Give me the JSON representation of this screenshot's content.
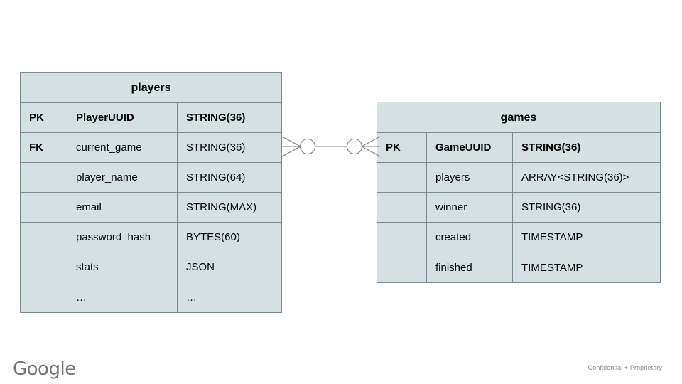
{
  "diagram": {
    "type": "entity-relationship",
    "background_color": "#ffffff",
    "entity_fill_color": "#d5e0e2",
    "entity_border_color": "#7b8a8c",
    "connector_color": "#808080",
    "entities": [
      {
        "id": "players",
        "title": "players",
        "columns": [
          {
            "key": "PK",
            "name": "PlayerUUID",
            "type": "STRING(36)",
            "emphasis": true
          },
          {
            "key": "FK",
            "name": "current_game",
            "type": "STRING(36)",
            "emphasis": false
          },
          {
            "key": "",
            "name": "player_name",
            "type": "STRING(64)",
            "emphasis": false
          },
          {
            "key": "",
            "name": "email",
            "type": "STRING(MAX)",
            "emphasis": false
          },
          {
            "key": "",
            "name": "password_hash",
            "type": "BYTES(60)",
            "emphasis": false
          },
          {
            "key": "",
            "name": "stats",
            "type": "JSON",
            "emphasis": false
          },
          {
            "key": "",
            "name": "…",
            "type": "…",
            "emphasis": false
          }
        ]
      },
      {
        "id": "games",
        "title": "games",
        "columns": [
          {
            "key": "PK",
            "name": "GameUUID",
            "type": "STRING(36)",
            "emphasis": true
          },
          {
            "key": "",
            "name": "players",
            "type": "ARRAY<STRING(36)>",
            "emphasis": false
          },
          {
            "key": "",
            "name": "winner",
            "type": "STRING(36)",
            "emphasis": false
          },
          {
            "key": "",
            "name": "created",
            "type": "TIMESTAMP",
            "emphasis": false
          },
          {
            "key": "",
            "name": "finished",
            "type": "TIMESTAMP",
            "emphasis": false
          }
        ]
      }
    ],
    "relationship": {
      "from": "players",
      "to": "games",
      "left_notation": "zero-or-many",
      "right_notation": "zero-or-many",
      "cardinality": "many-to-many"
    }
  },
  "footer": {
    "logo_text": "Google",
    "confidentiality": "Confidential + Proprietary"
  }
}
